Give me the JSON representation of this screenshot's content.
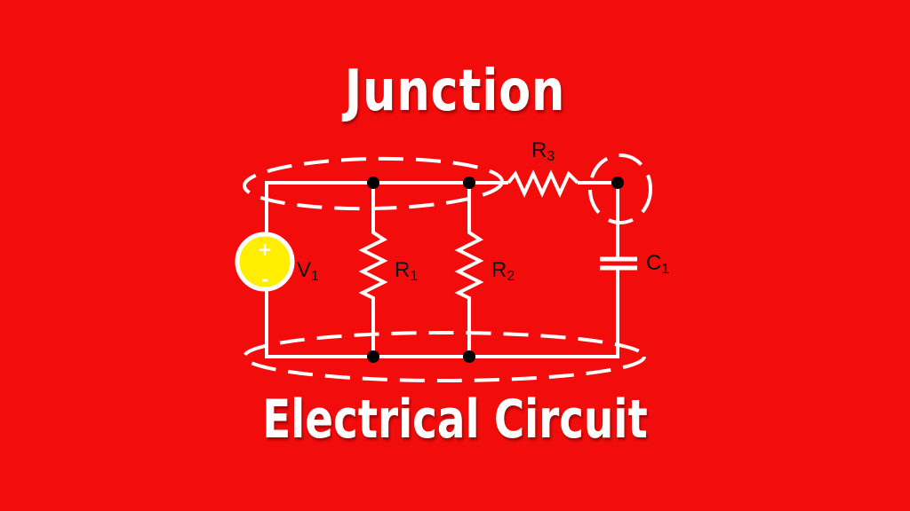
{
  "title": "Junction",
  "subtitle": "Electrical Circuit",
  "components": {
    "v1": {
      "name": "V",
      "sub": "1",
      "plus": "+",
      "minus": "-"
    },
    "r1": {
      "name": "R",
      "sub": "1"
    },
    "r2": {
      "name": "R",
      "sub": "2"
    },
    "r3": {
      "name": "R",
      "sub": "3"
    },
    "c1": {
      "name": "C",
      "sub": "1"
    }
  },
  "colors": {
    "background": "#f20c0c",
    "wire": "#ffffff",
    "source": "#ffee00",
    "node": "#000000"
  }
}
